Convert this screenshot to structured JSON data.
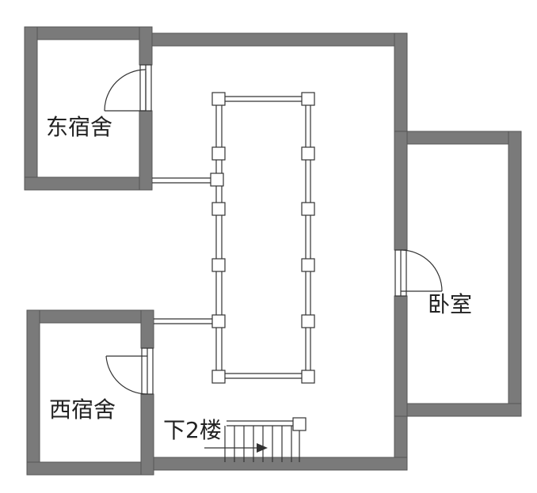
{
  "rooms": {
    "east_dorm": "东宿舍",
    "west_dorm": "西宿舍",
    "bedroom": "卧室"
  },
  "stairs_label": "下2楼",
  "colors": {
    "wall_fill": "#7a7a7a",
    "wall_edge": "#555555",
    "line": "#333333",
    "floor": "#ffffff"
  }
}
